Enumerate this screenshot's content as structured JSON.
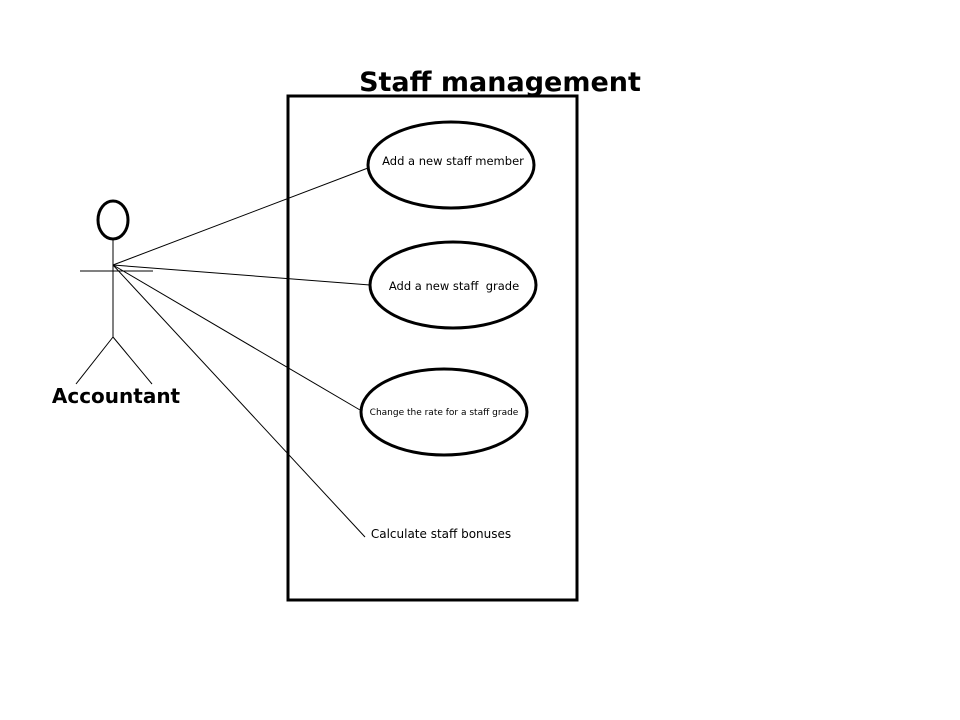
{
  "diagram": {
    "title": "Staff management",
    "actor": {
      "label": "Accountant"
    },
    "use_cases": [
      {
        "label": "Add a new staff member"
      },
      {
        "label": "Add a new staff  grade"
      },
      {
        "label": "Change the rate for a staff grade"
      },
      {
        "label": "Calculate staff bonuses"
      }
    ],
    "colors": {
      "stroke": "#000000",
      "background": "#ffffff"
    }
  }
}
